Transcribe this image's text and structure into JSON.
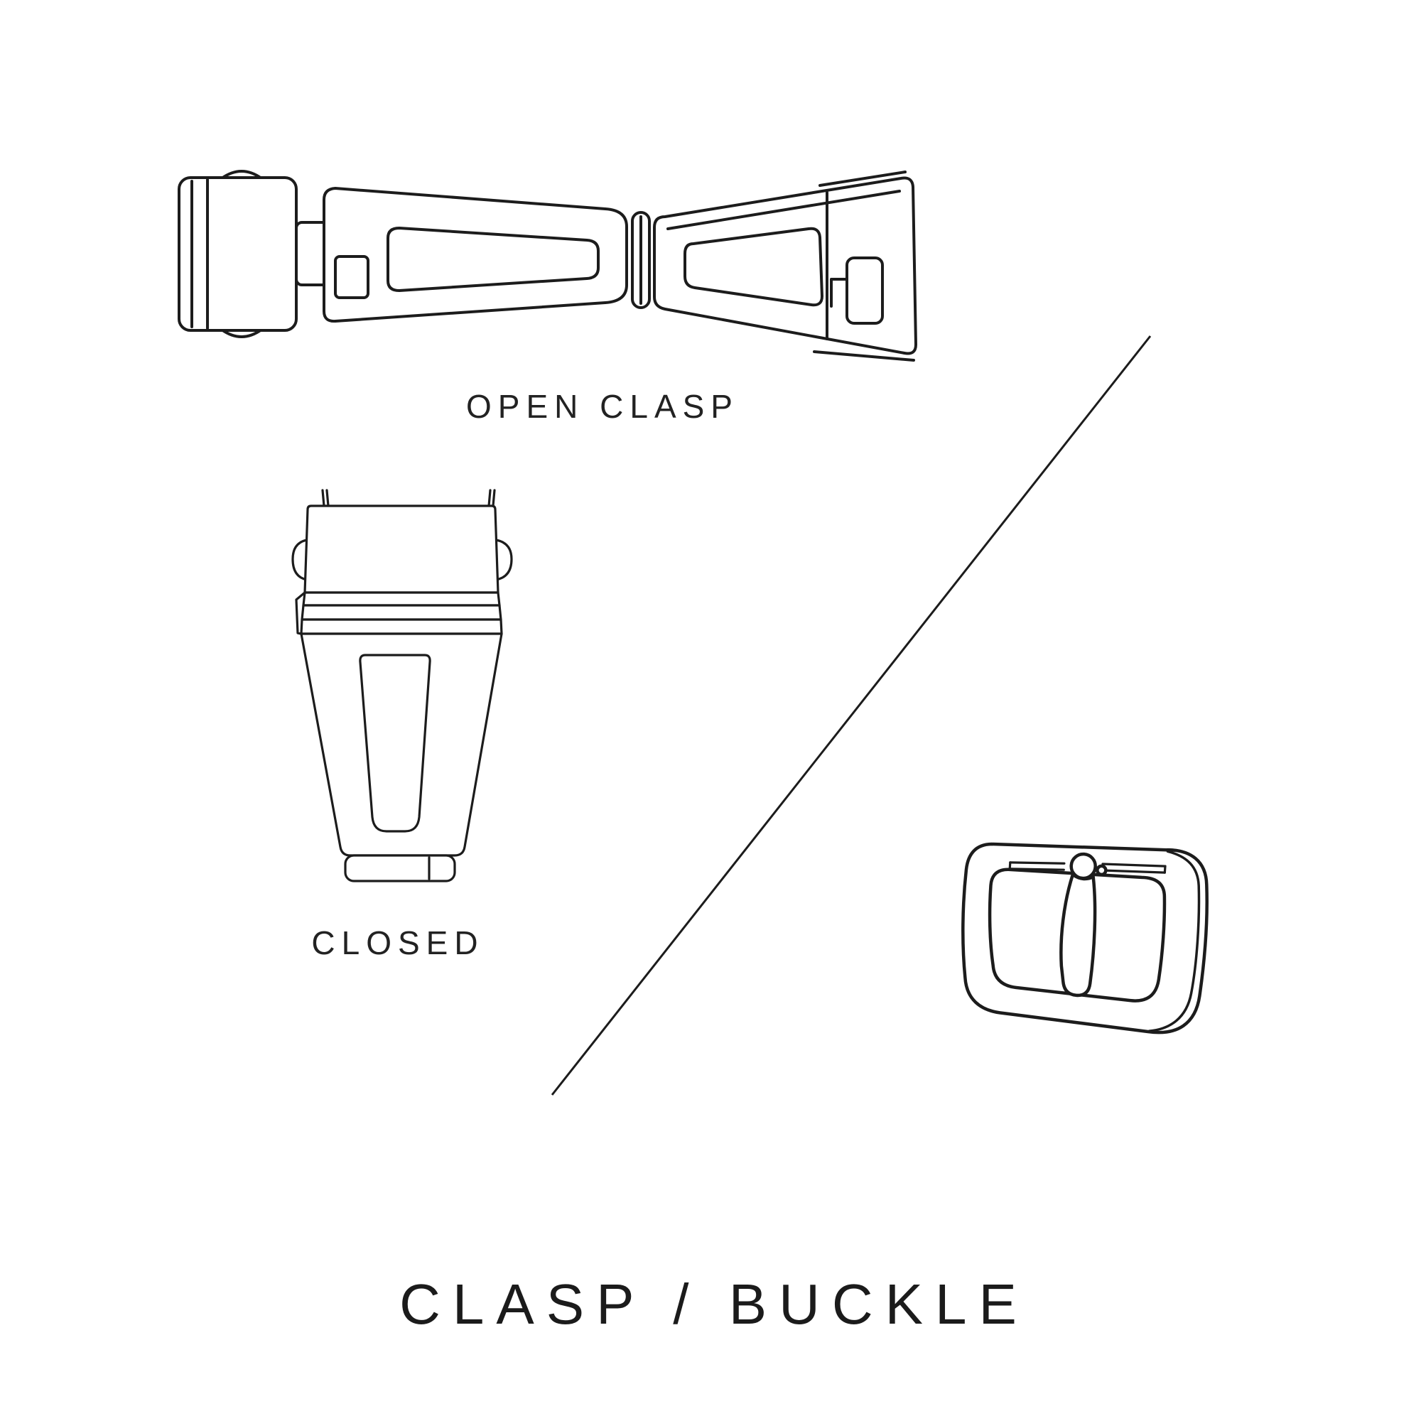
{
  "colors": {
    "background": "#ffffff",
    "ink": "#1c1c1c"
  },
  "figures": {
    "open_clasp": {
      "caption": "OPEN CLASP",
      "icon": "open-clasp-illustration"
    },
    "closed_clasp": {
      "caption": "CLOSED",
      "icon": "closed-clasp-illustration"
    },
    "buckle": {
      "icon": "buckle-illustration"
    }
  },
  "divider": {
    "icon": "diagonal-divider-line"
  },
  "title": "CLASP / BUCKLE"
}
